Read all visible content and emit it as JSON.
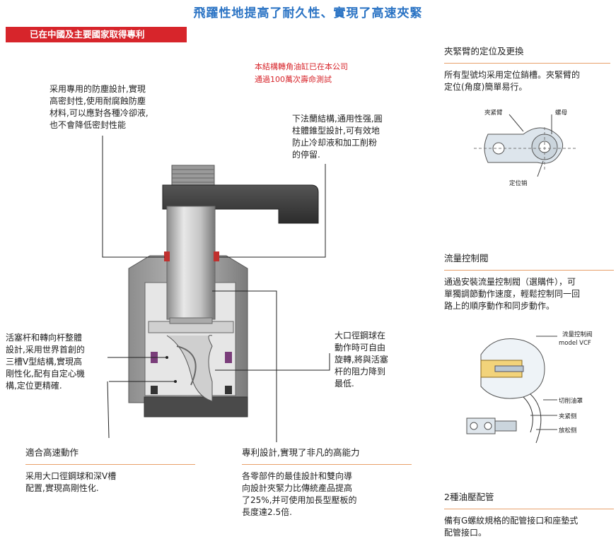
{
  "title": "飛躍性地提高了耐久性、實現了高速夾緊",
  "banner": "已在中國及主要國家取得專利",
  "red_note": [
    "本結構轉角油缸已在本公司",
    "通過100萬次壽命測試"
  ],
  "callouts": {
    "top_left": [
      "采用專用的防塵設計,實現",
      "高密封性,使用耐腐蝕防塵",
      "材料,可以應對各種冷卻液,",
      "也不會降低密封性能"
    ],
    "top_right": [
      "下法蘭結構,通用性强,圓",
      "柱體錐型設計,可有效地",
      "防止冷却液和加工削粉",
      "的停留."
    ],
    "mid_left": [
      "活塞杆和轉向杆整體",
      "設計,采用世界首創的",
      "三槽V型結構,實現高",
      "剛性化,配有自定心機",
      "構,定位更精確."
    ],
    "mid_right": [
      "大口徑鋼球在",
      "動作時可自由",
      "旋轉,將與活塞",
      "杆的阻力降到",
      "最低."
    ]
  },
  "bottom_left": {
    "heading": "適合高速動作",
    "body": [
      "采用大口徑鋼球和深V槽",
      "配置,實現高剛性化."
    ]
  },
  "bottom_mid": {
    "heading": "專利設計,實現了非凡的高能力",
    "body": [
      "各零部件的最佳設計和雙向導",
      "向設計夾緊力比傳統產品提高",
      "了25%,并可使用加長型壓板的",
      "長度達2.5倍."
    ]
  },
  "right": {
    "sec1": {
      "heading": "夾緊臂的定位及更換",
      "body": [
        "所有型號均采用定位銷槽。夾緊臂的",
        "定位(角度)簡單易行。"
      ],
      "labels": {
        "arm": "夾紧臂",
        "nut": "螺母",
        "pin": "定位销"
      }
    },
    "sec2": {
      "heading": "流量控制閥",
      "body": [
        "通過安裝流量控制閥（選購件），可",
        "單獨調節動作速度，輕鬆控制同一回",
        "路上的順序動作和同步動作。"
      ],
      "labels": {
        "valve": "流量控制阀",
        "model": "model VCF",
        "cut": "切削油罩",
        "clamp": "夹紧侧",
        "release": "放松侧"
      }
    },
    "sec3": {
      "heading": "2種油壓配管",
      "body": [
        "備有G螺紋規格的配管接口和座墊式",
        "配管接口。"
      ]
    }
  },
  "colors": {
    "title": "#2a73c4",
    "banner": "#d7252b",
    "rule": "#e8a06a"
  }
}
